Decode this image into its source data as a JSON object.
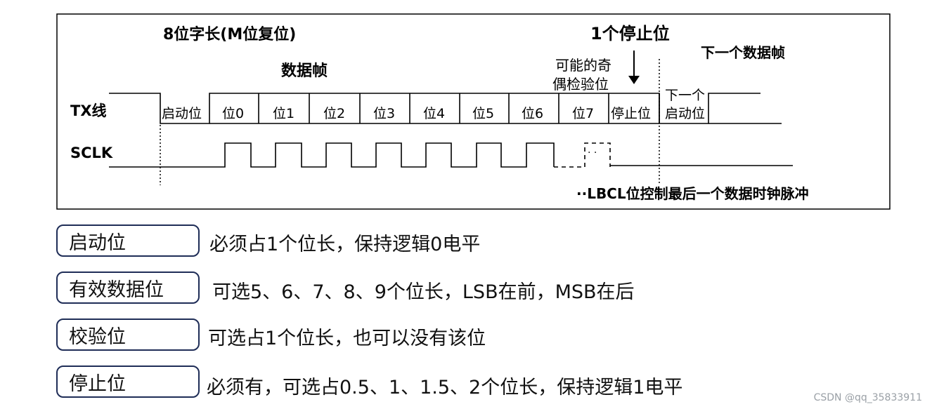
{
  "diagram": {
    "title_left": "8位字长(M位复位)",
    "frame_label": "数据帧",
    "stop_callout": "1个停止位",
    "next_frame_label": "下一个数据帧",
    "parity_note_line1": "可能的奇",
    "parity_note_line2": "偶检验位",
    "tx_label": "TX线",
    "sclk_label": "SCLK",
    "start_bit": "启动位",
    "bits": [
      "位0",
      "位1",
      "位2",
      "位3",
      "位4",
      "位5",
      "位6",
      "位7"
    ],
    "stop_bit": "停止位",
    "next_start_line1": "下一个",
    "next_start_line2": "启动位",
    "clock_note": "··LBCL位控制最后一个数据时钟脉冲"
  },
  "rows": [
    {
      "label": "启动位",
      "desc": "必须占1个位长，保持逻辑0电平"
    },
    {
      "label": "有效数据位",
      "desc": "可选5、6、7、8、9个位长，LSB在前，MSB在后"
    },
    {
      "label": "校验位",
      "desc": "可选占1个位长，也可以没有该位"
    },
    {
      "label": "停止位",
      "desc": "必须有，可选占0.5、1、1.5、2个位长，保持逻辑1电平"
    }
  ],
  "watermark": "CSDN @qq_35833911",
  "colors": {
    "box_border": "#1f2d57",
    "line": "#000000",
    "watermark": "#9aa0a6"
  }
}
